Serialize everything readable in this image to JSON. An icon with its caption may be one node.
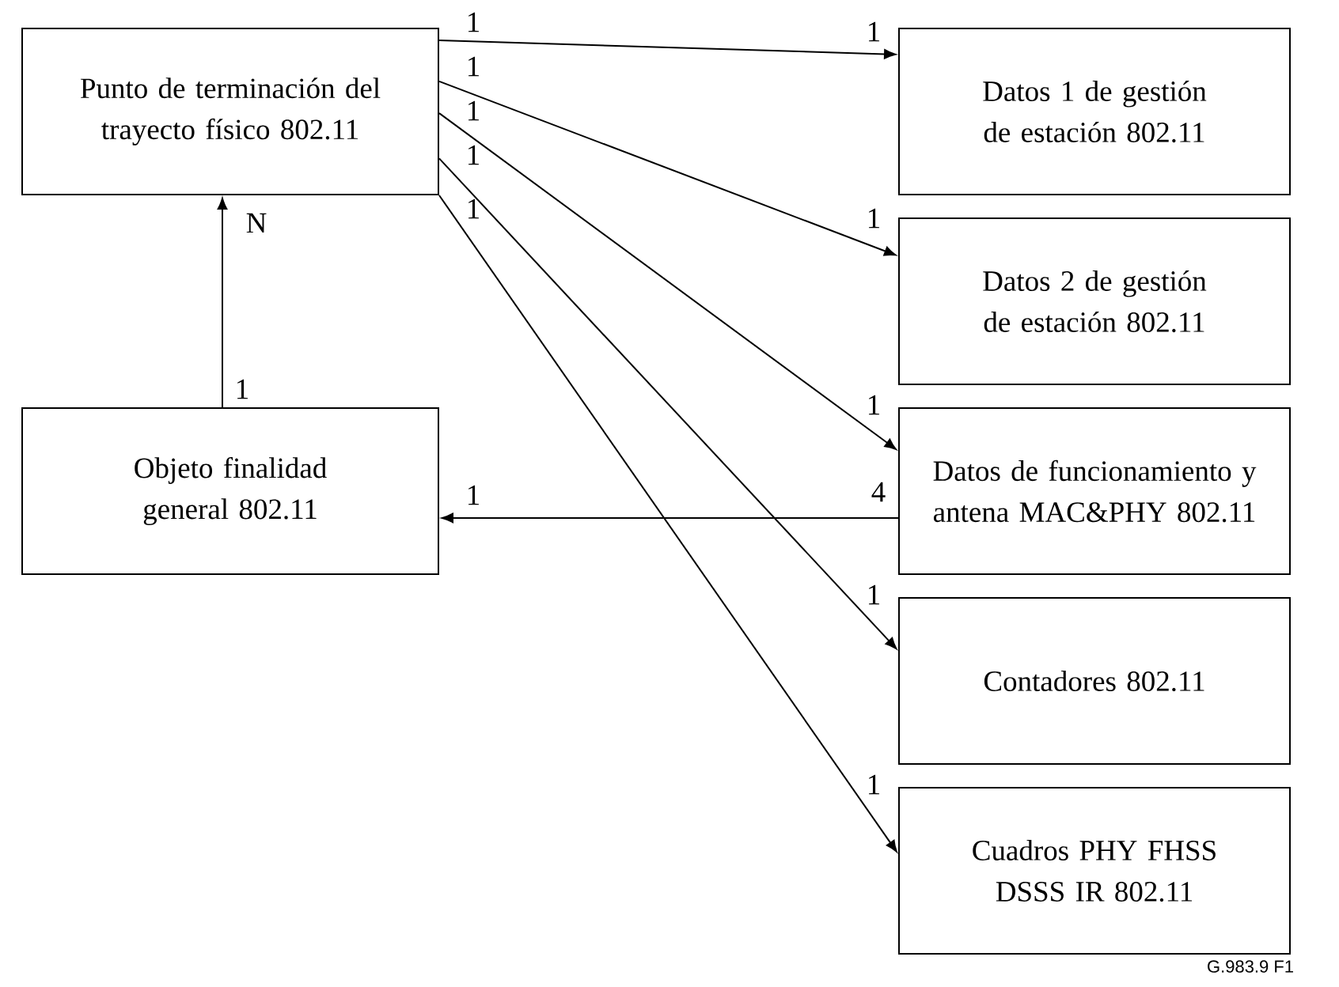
{
  "diagram": {
    "nodes": [
      {
        "text": [
          "Punto de terminación del trayecto físico 802.11"
        ]
      },
      {
        "text": [
          "Datos 1 de gestión de estación 802.11"
        ]
      },
      {
        "text": [
          "Datos 2 de gestión de estación 802.11"
        ]
      },
      {
        "text": [
          "Objeto finalidad general 802.11"
        ]
      },
      {
        "text": [
          "Datos de funcionamiento y antena MAC&PHY  802.11"
        ]
      },
      {
        "text": [
          "Contadores 802.11"
        ]
      },
      {
        "text": [
          "Cuadros PHY FHSS DSSS IR 802.11"
        ]
      }
    ],
    "edges": [
      {
        "from": 0,
        "to": 1,
        "arrow": "to"
      },
      {
        "from": 0,
        "to": 2,
        "arrow": "to"
      },
      {
        "from": 0,
        "to": 4,
        "arrow": "to"
      },
      {
        "from": 0,
        "to": 5,
        "arrow": "to"
      },
      {
        "from": 0,
        "to": 6,
        "arrow": "to"
      },
      {
        "from": 3,
        "to": 0,
        "arrow": "to"
      },
      {
        "from": 4,
        "to": 3,
        "arrow": "to"
      }
    ],
    "labels": [
      "1",
      "1",
      "1",
      "1",
      "1",
      "1",
      "1",
      "N",
      "1",
      "1",
      "4",
      "1",
      "1",
      "1",
      "G.983.9  F1"
    ]
  }
}
